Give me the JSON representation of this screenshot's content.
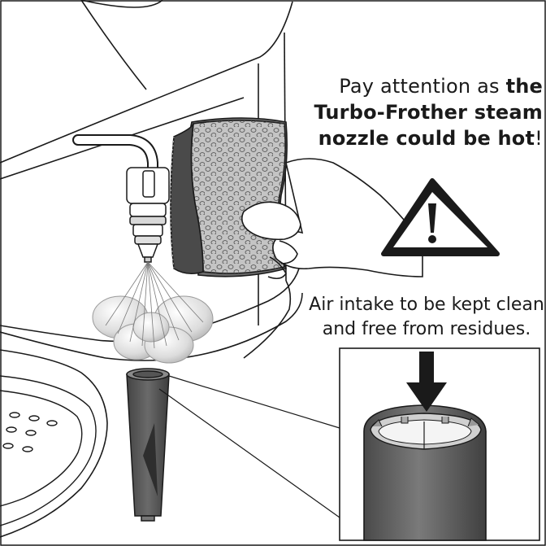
{
  "warning": {
    "intro": "Pay attention as",
    "bold_line_1": "the",
    "bold_line_2": "Turbo-Frother steam",
    "bold_line_3": "nozzle could be hot",
    "end_mark": "!"
  },
  "note": {
    "line_1": "Air intake to be kept clean",
    "line_2": "and free from residues."
  },
  "icons": {
    "warning_triangle": "warning-triangle-icon",
    "down_arrow": "down-arrow-icon"
  },
  "colors": {
    "line": "#1a1a1a",
    "nozzle_dark": "#555555",
    "sponge_light": "#bfbfbf",
    "sponge_dark": "#666666",
    "steam": "#d8d8d8"
  }
}
